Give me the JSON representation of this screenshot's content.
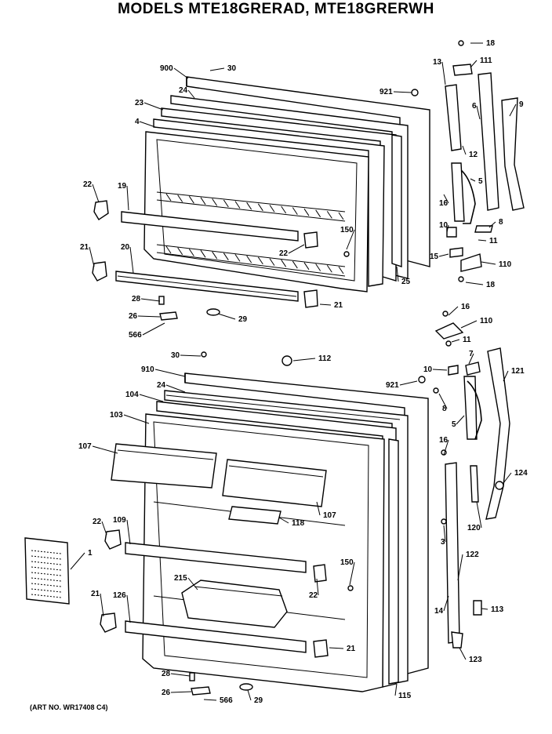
{
  "title": "MODELS MTE18GRERAD, MTE18GRERWH",
  "art_number": "(ART NO. WR17408 C4)",
  "callouts": {
    "c18a": "18",
    "c111": "111",
    "c13": "13",
    "c900": "900",
    "c30a": "30",
    "c921a": "921",
    "c24a": "24",
    "c23": "23",
    "c6": "6",
    "c9": "9",
    "c4": "4",
    "c12": "12",
    "c5a": "5",
    "c22a": "22",
    "c19": "19",
    "c16a": "16",
    "c8": "8",
    "c10a": "10",
    "c11a": "11",
    "c21a": "21",
    "c20": "20",
    "c150a": "150",
    "c22b": "22",
    "c15": "15",
    "c110a": "110",
    "c25": "25",
    "c18b": "18",
    "c28a": "28",
    "c21b": "21",
    "c26a": "26",
    "c29a": "29",
    "c566a": "566",
    "c16b": "16",
    "c110b": "110",
    "c11b": "11",
    "c30b": "30",
    "c112": "112",
    "c910": "910",
    "c10b": "10",
    "c7": "7",
    "c121": "121",
    "c24b": "24",
    "c921b": "921",
    "c104": "104",
    "c8b": "8",
    "c103": "103",
    "c5b": "5",
    "c107a": "107",
    "c16c": "16",
    "c124": "124",
    "c118": "118",
    "c107b": "107",
    "c120": "120",
    "c22c": "22",
    "c109": "109",
    "c3": "3",
    "c1": "1",
    "c150b": "150",
    "c122": "122",
    "c215": "215",
    "c22d": "22",
    "c21c": "21",
    "c126": "126",
    "c14": "14",
    "c113": "113",
    "c21d": "21",
    "c123": "123",
    "c28b": "28",
    "c115": "115",
    "c26b": "26",
    "c566b": "566",
    "c29b": "29"
  }
}
